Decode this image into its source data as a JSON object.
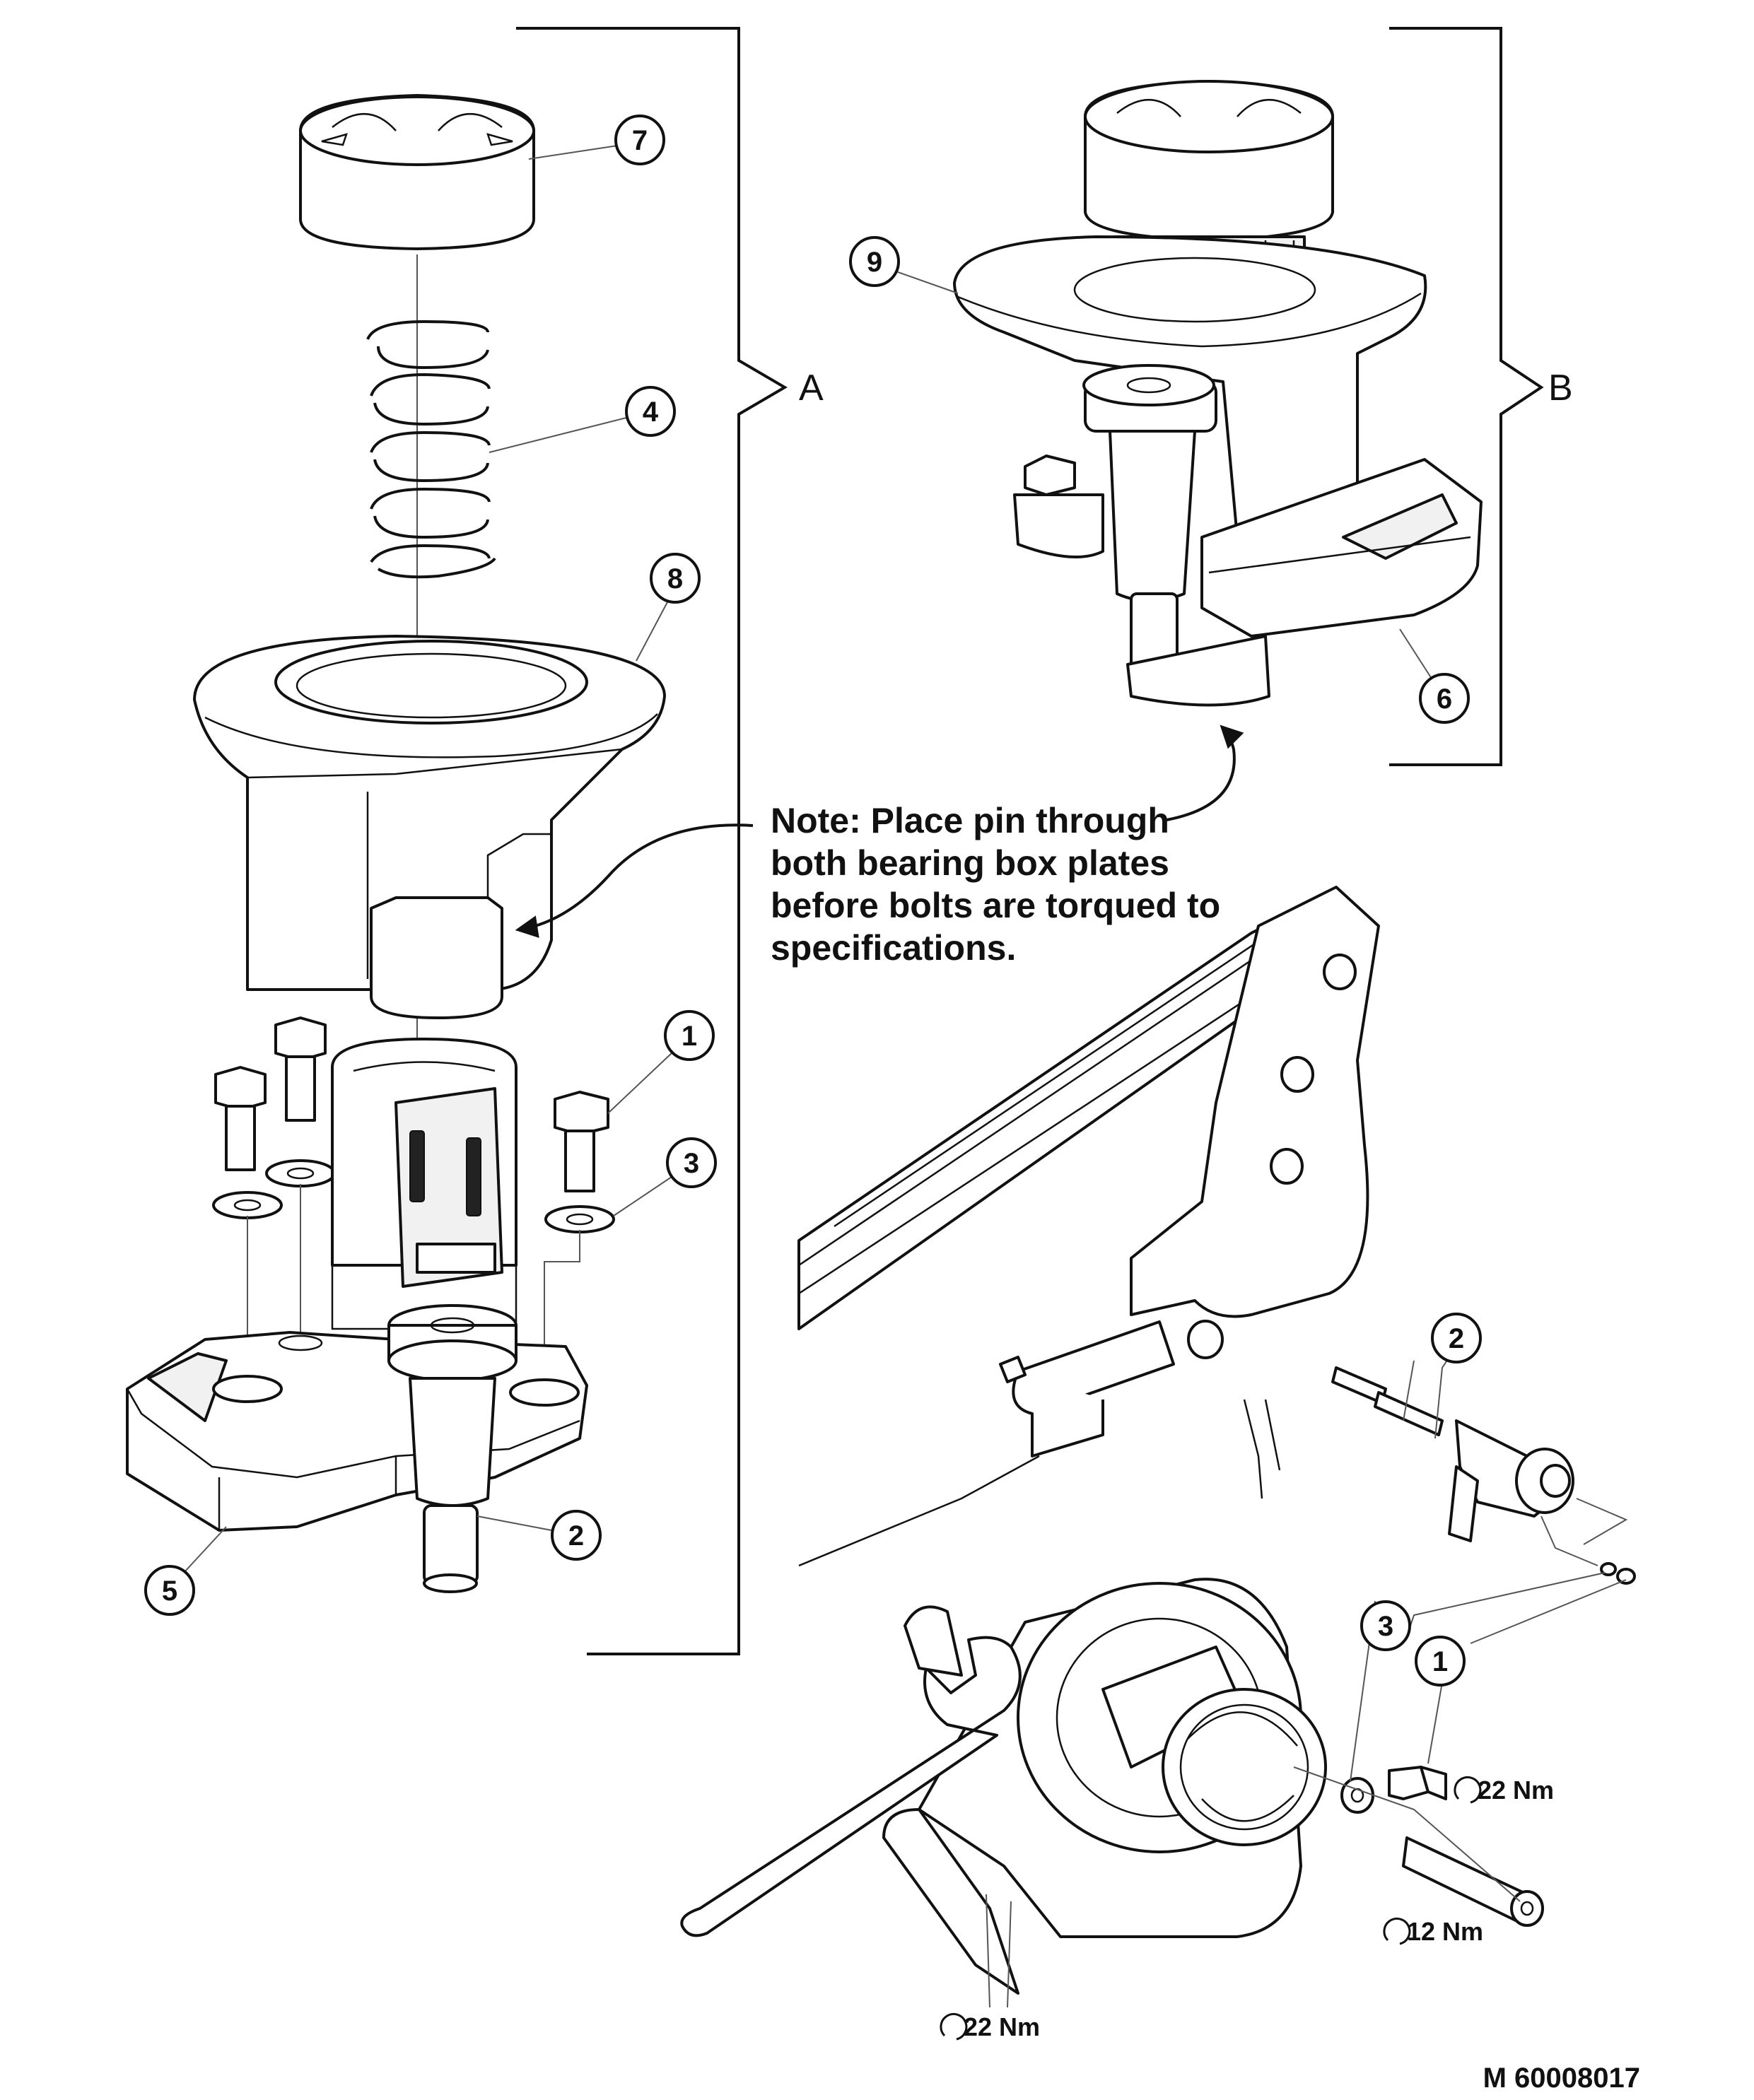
{
  "brackets": {
    "a_label": "A",
    "b_label": "B"
  },
  "note": {
    "lines": [
      "Note: Place pin through",
      "both bearing box plates",
      "before bolts are torqued to",
      "specifications."
    ]
  },
  "callouts_a": {
    "c7": "7",
    "c4": "4",
    "c8": "8",
    "c1": "1",
    "c3": "3",
    "c2": "2",
    "c5": "5"
  },
  "callouts_b": {
    "c9": "9",
    "c6": "6"
  },
  "callouts_boom": {
    "c2": "2",
    "c3": "3",
    "c1": "1"
  },
  "torques": {
    "bolt": "22 Nm",
    "pin": "12 Nm",
    "wrench": "22 Nm"
  },
  "document_id": "M 60008017"
}
